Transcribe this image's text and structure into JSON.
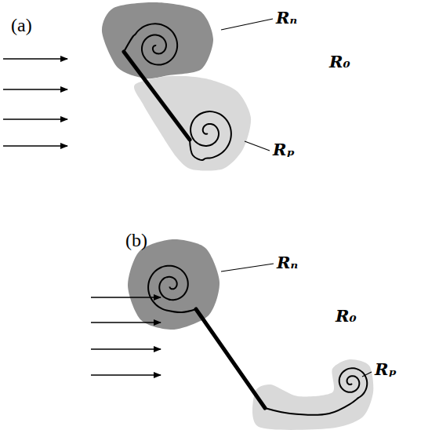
{
  "diagram": {
    "labels": [
      "(a)",
      "Rₙ",
      "R₀",
      "Rₚ",
      "(b)",
      "Rₙ",
      "R₀",
      "Rₚ"
    ]
  }
}
